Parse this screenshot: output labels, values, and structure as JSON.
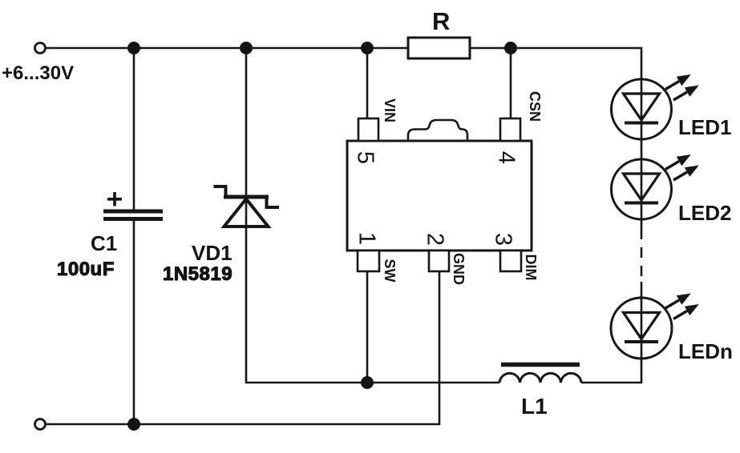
{
  "schematic": {
    "supply_label": "+6...30V",
    "capacitor": {
      "ref": "C1",
      "value": "100uF"
    },
    "diode": {
      "ref": "VD1",
      "value": "1N5819"
    },
    "resistor": {
      "ref": "R"
    },
    "inductor": {
      "ref": "L1"
    },
    "ic": {
      "pins": [
        {
          "number": "5",
          "name": "VIN"
        },
        {
          "number": "4",
          "name": "CSN"
        },
        {
          "number": "1",
          "name": "SW"
        },
        {
          "number": "2",
          "name": "GND"
        },
        {
          "number": "3",
          "name": "DIM"
        }
      ]
    },
    "leds": [
      {
        "label": "LED1"
      },
      {
        "label": "LED2"
      },
      {
        "label": "LEDn"
      }
    ],
    "colors": {
      "line": "#161616",
      "background": "#ffffff"
    }
  }
}
